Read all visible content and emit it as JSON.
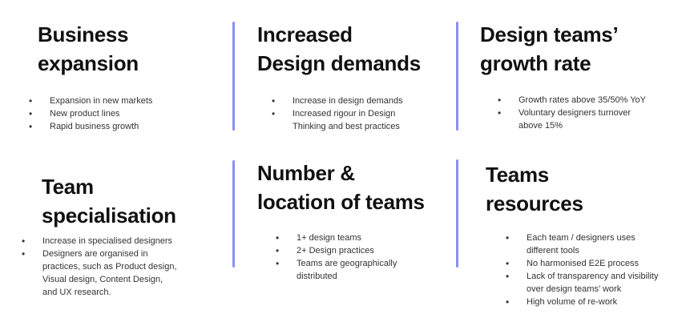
{
  "colors": {
    "divider": "#8a90f0",
    "heading": "#111111",
    "body": "#333333",
    "background": "#ffffff"
  },
  "sections": [
    {
      "id": "business-expansion",
      "title_lines": [
        "Business",
        "expansion"
      ],
      "bullets": [
        [
          "Expansion in new markets"
        ],
        [
          "New product lines"
        ],
        [
          "Rapid business growth"
        ]
      ]
    },
    {
      "id": "increased-design-demands",
      "title_lines": [
        "Increased",
        "Design demands"
      ],
      "bullets": [
        [
          "Increase in design demands"
        ],
        [
          "Increased rigour in Design",
          "Thinking and best practices"
        ]
      ]
    },
    {
      "id": "design-teams-growth-rate",
      "title_lines": [
        "Design teams’",
        "growth rate"
      ],
      "bullets": [
        [
          "Growth rates above 35/50% YoY"
        ],
        [
          "Voluntary designers turnover",
          "above 15%"
        ]
      ]
    },
    {
      "id": "team-specialisation",
      "title_lines": [
        "Team",
        "specialisation"
      ],
      "bullets": [
        [
          "Increase in specialised designers"
        ],
        [
          "Designers are organised in",
          "practices, such as Product design,",
          "Visual design, Content Design,",
          "and UX research."
        ]
      ]
    },
    {
      "id": "number-location-of-teams",
      "title_lines": [
        "Number &",
        "location of teams"
      ],
      "bullets": [
        [
          "1+ design teams"
        ],
        [
          "2+ Design practices"
        ],
        [
          "Teams are geographically",
          "distributed"
        ]
      ]
    },
    {
      "id": "teams-resources",
      "title_lines": [
        "Teams",
        "resources"
      ],
      "bullets": [
        [
          "Each team / designers uses",
          "different tools"
        ],
        [
          "No harmonised E2E process"
        ],
        [
          "Lack of transparency and visibility",
          "over design teams’ work"
        ],
        [
          "High volume of re-work"
        ]
      ]
    }
  ]
}
